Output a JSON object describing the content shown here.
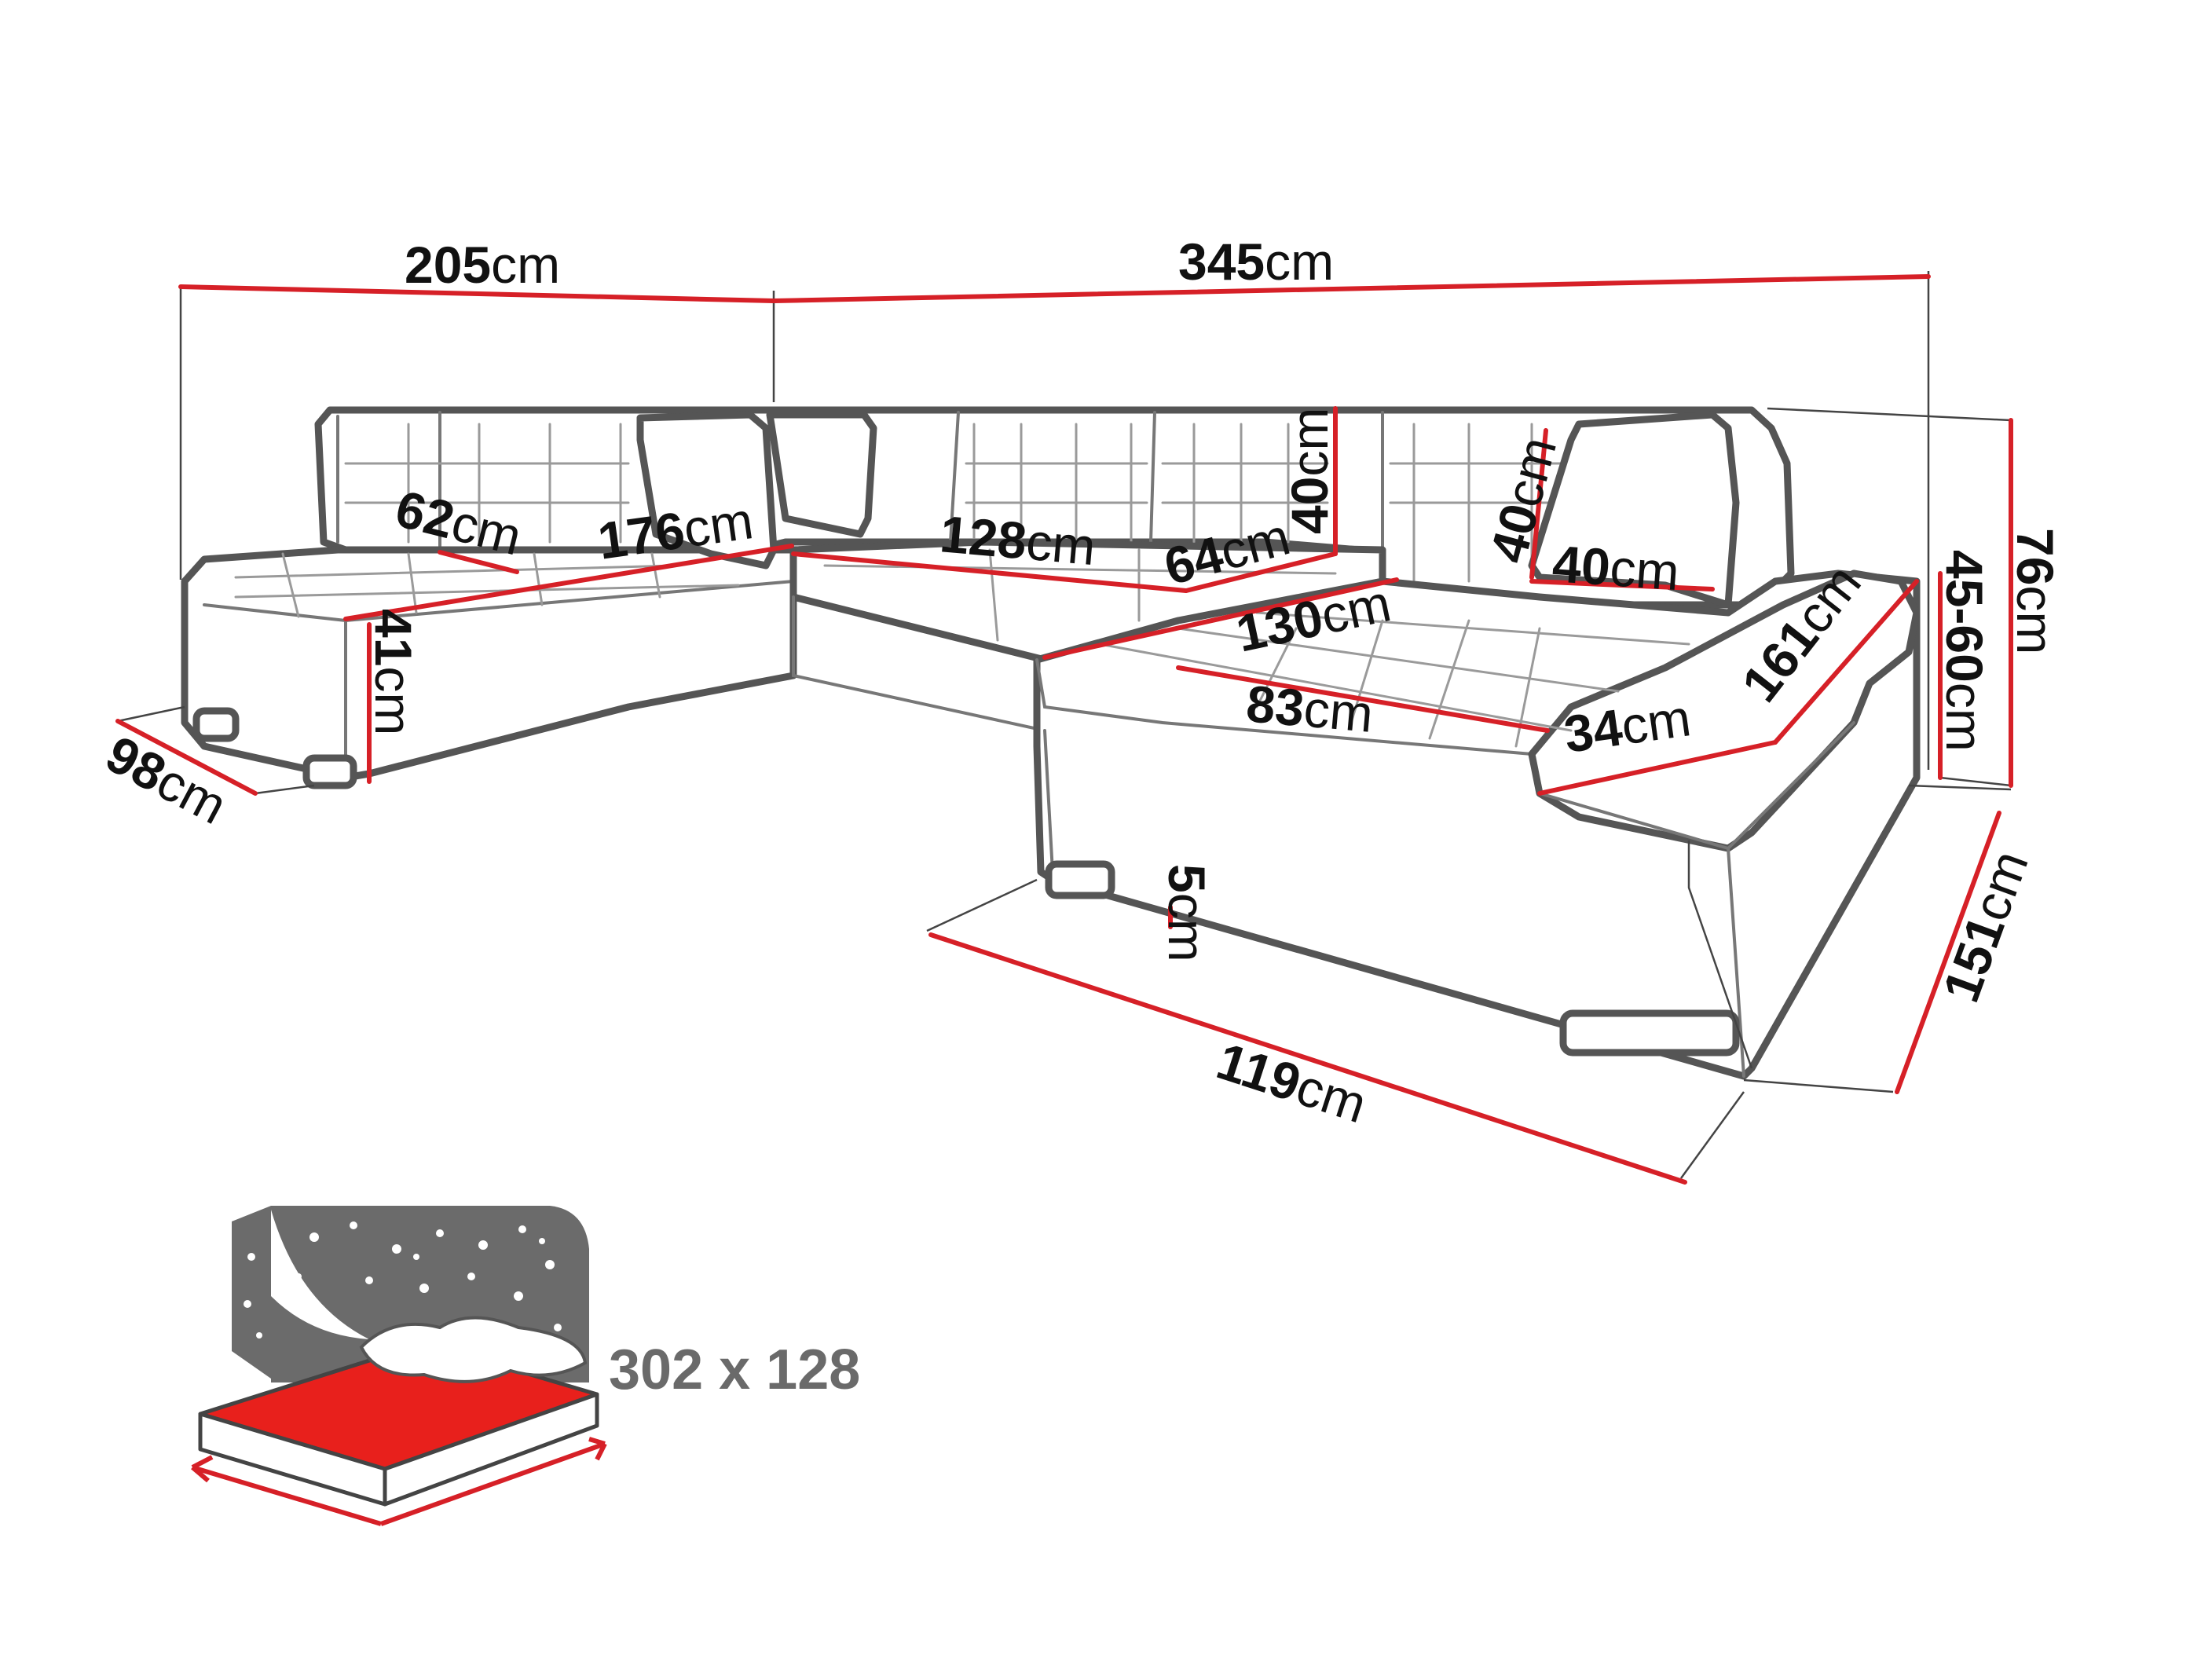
{
  "colors": {
    "dimension": "#d62027",
    "outline": "#555555",
    "bed_fill": "#e8201c",
    "night_sky": "#6b6b6b"
  },
  "unit": "cm",
  "dimensions": {
    "total_width_left": "205",
    "total_width_right": "345",
    "seat_depth_left": "62",
    "seat_width_left": "176",
    "seat_width_middle": "128",
    "seat_depth_middle": "64",
    "backrest_height": "40",
    "pillow_height": "40",
    "pillow_width": "40",
    "chaise_length": "130",
    "chaise_width": "83",
    "armrest_width": "34",
    "armrest_length": "161",
    "seat_height_range": "45-60",
    "total_height": "76",
    "side_depth": "98",
    "base_height": "41",
    "leg_height": "5",
    "chaise_front_length": "119",
    "chaise_depth": "151"
  },
  "bed_function": {
    "icon": "bed-night-sky-icon",
    "size_label": "302 x 128"
  }
}
